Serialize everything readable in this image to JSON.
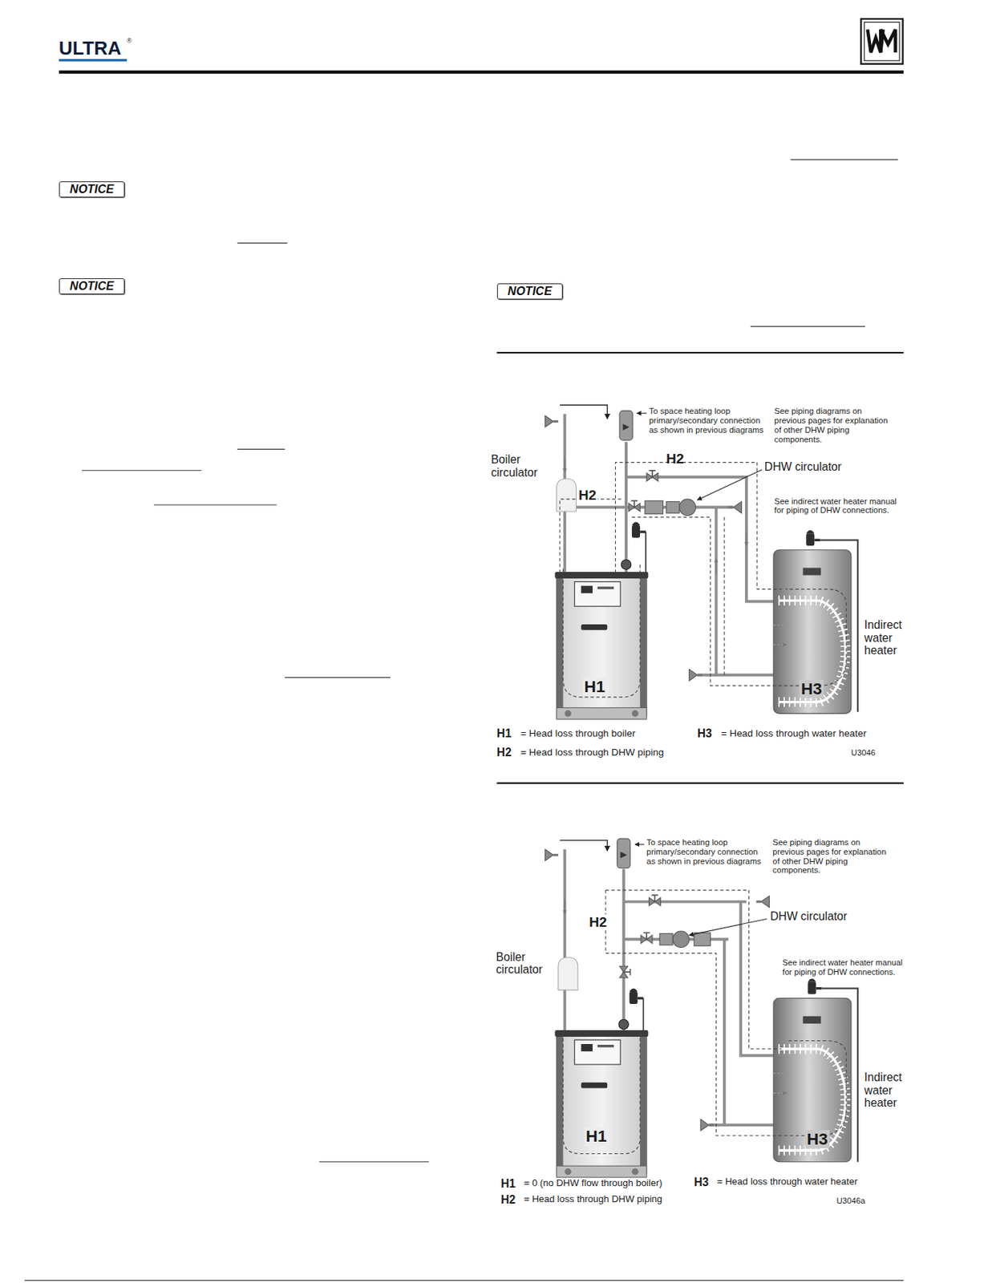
{
  "diagram": {
    "nodes": [
      {
        "text": [
          "NOTICE"
        ]
      },
      {
        "text": [
          "NOTICE"
        ]
      },
      {
        "text": [
          "NOTICE"
        ]
      }
    ],
    "labels": [
      "ULTRA",
      "®",
      "To space heating loop primary/secondary connection as shown in previous diagrams",
      "See piping diagrams on previous pages for explanation of other DHW piping components.",
      "Boiler circulator",
      "H2",
      "DHW circulator",
      "See indirect water heater manual for piping of DHW connections.",
      "H2",
      "Indirect water heater",
      "H1",
      "H3",
      "H1",
      "= Head loss through boiler",
      "H3",
      "= Head loss through water heater",
      "H2",
      "= Head loss through DHW piping",
      "U3046",
      "To space heating loop primary/secondary connection as shown in previous diagrams",
      "See piping diagrams on previous pages for explanation of other DHW piping components.",
      "DHW circulator",
      "H2",
      "Boiler circulator",
      "See indirect water heater manual for piping of DHW connections.",
      "Indirect water heater",
      "H1",
      "H3",
      "H1",
      "= 0 (no DHW flow through boiler)",
      "H3",
      "= Head loss through water heater",
      "H2",
      "= Head loss through DHW piping",
      "U3046a"
    ]
  }
}
